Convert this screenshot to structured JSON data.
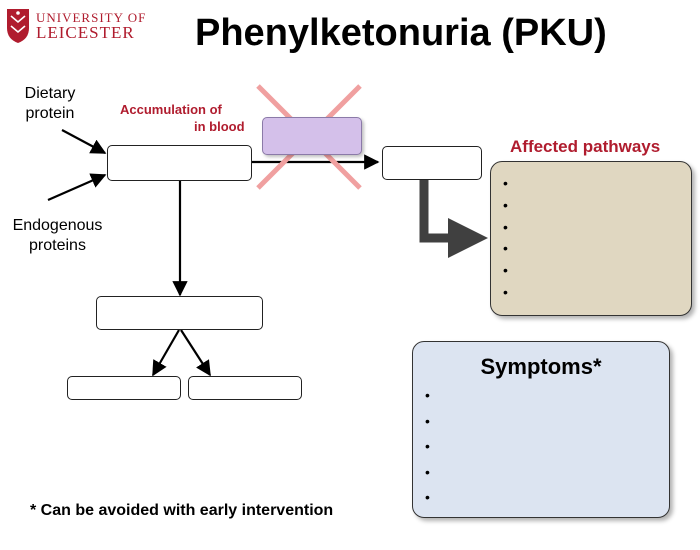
{
  "logo": {
    "line1": "UNIVERSITY OF",
    "line2": "LEICESTER"
  },
  "title": "Phenylketonuria (PKU)",
  "inputs": {
    "dietary_line1": "Dietary",
    "dietary_line2": "protein",
    "endogenous_line1": "Endogenous",
    "endogenous_line2": "proteins"
  },
  "accumulation": {
    "line1": "Accumulation of",
    "line2": "in blood"
  },
  "affected_pathways": {
    "title": "Affected pathways",
    "bullets": [
      "•",
      "•",
      "•",
      "•",
      "•",
      "•"
    ]
  },
  "symptoms": {
    "title": "Symptoms*",
    "bullets": [
      "•",
      "•",
      "•",
      "•",
      "•"
    ]
  },
  "footnote": "* Can be avoided with early intervention",
  "colors": {
    "accent_red": "#b01c2e",
    "purple_box": "#d4c0ea",
    "pathways_bg": "#e0d7c1",
    "symptoms_bg": "#dce4f1",
    "cross": "#f0a0a0"
  }
}
